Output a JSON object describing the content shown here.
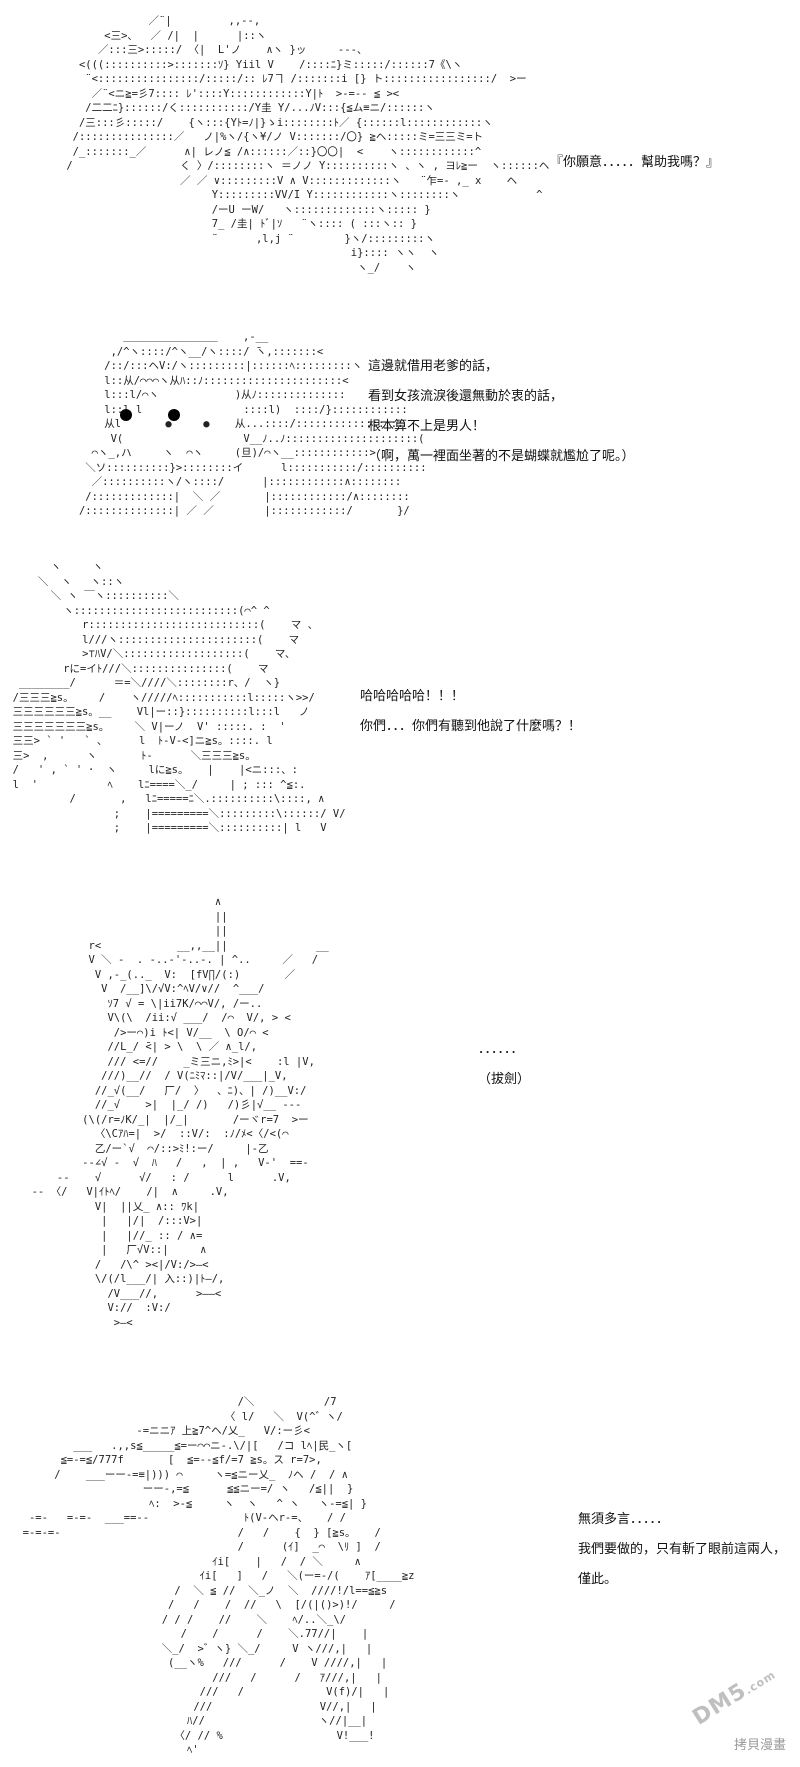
{
  "panels": [
    {
      "dialog": [
        "『你願意．．．．．幫助我嗎？』"
      ],
      "art": "              ／¨|         ,,--,\n       <三>、  ／ /|  |      |::ヽ\n      ／:::三>:::::/ 〈|  L'ノ    ∧ヽ }ッ     --‐、\n   <(((::::::::::>:::::::ｿ} Yiil V    /::::ﾆ}ミ:::::/::::::7《\\ヽ\n    ¨<::::::::::::::::/:::::/:: ﾚ7ヿ /:::::::i [} ト:::::::::::::::::/  >ー\n     ／¨<ニ≧=彡7:::: ﾚ'::::Y::::::::::::Y|ﾄ  >-=-- ≦ ><\n    /二二ﾆ}::::::/く:::::::::::/Y圭 Y/...ﾉV:::{≦ム≡ニ/::::::ヽ\n   /三:::彡:::::/    {ヽ:::{Yﾄ=ﾉ|}ゝi::::::::ﾄ／ {::::::l::::::::::::ヽ\n  /:::::::::::::::／   ノ|%ヽ/{ヽ¥/ノ V:::::::/〇} ≧ヘ:::::ミ=三三ミ=ト\n  /_:::::::_／      ∧| レノ≦ /∧::::::／::}〇〇|  <    ヽ::::::::::::^\n /                 く 〉/::::::::ヽ ＝ノノ Y::::::::::ヽ 、ヽ , ヨﾚ≧ー  ヽ::::::ヘ\n                   ／ ／ ∨:::::::::V ∧ V:::::::::::::ヽ   ¨乍=- ,_ x    ヘ\n                        Y:::::::::VV/I Y::::::::::::ヽ::::::::ヽ            ^\n                        /ーU ーW/   ヽ:::::::::::::ヽ::::: }\n                        7_ /圭| ﾄﾞ|ｿ   ¨ヽ:::: ( :::ヽ:: }\n                        ¨      ,l,j ¨        }ヽ/:::::::::ヽ\n                                              i}:::: ヽヽ  ヽ\n                                               ヽ_/    ヽ"
    },
    {
      "dialog": [
        "這邊就借用老爹的話，",
        "看到女孩流淚後還無動於衷的話，",
        "根本算不上是男人！",
        "（啊，萬一裡面坐著的不是蝴蝶就尷尬了呢。）"
      ],
      "art": "          ＿＿＿＿＿＿＿＿＿    ,-__\n        ,/^ヽ::::/^ヽ__/ヽ::::/ ̄ヽ,:::::::<\n       /::/:::ヘV:/ヽ:::::::::|::::::ﾍ:::::::::ヽ\n       l::从/⌒⌒⌒ヽ从ﾊ::ﾉ::::::::::::::::::::::<\n       l:::l/⌒ヽ            )从ﾉ::::::::::::::\n       l::l l                ::::l)  ::::/}::::::::::::\n       从l       ●     ●    从...::::/:::::::::::::::::\n        V(                   V__ﾉ..ﾉ:::::::::::::::::::::(\n     ⌒ヽ_,ハ     ヽ  ⌒ヽ     (旦)/⌒ヽ__::::::::::::>\n    ＼ソ::::::::::}>::::::::イ      l:::::::::::/::::::::::\n     ／::::::::::ヽ/ヽ::::/      |::::::::::::∧::::::::\n    /:::::::::::::|  ＼ ／       |::::::::::::/∧::::::::\n   /::::::::::::::| ／ ／        |::::::::::::/       }/"
    },
    {
      "dialog": [
        "哈哈哈哈哈！！！",
        "你們．．．你們有聽到他說了什麼嗎？！"
      ],
      "art": "        ヽ     ヽ\n      ＼  ヽ   ヽ::ヽ\n        ＼ ヽ ￣ヽ::::::::::＼\n          ヽ::::::::::::::::::::::::::(⌒^ ^\n             r:::::::::::::::::::::::::::(    マ 、\n             l///ヽ::::::::::::::::::::::(    マ\n             >⊤ﾊV/＼:::::::::::::::::::(    マ、\n          rに=イﾄ///＼:::::::::::::::(    マ\n   ________/      ＝=＼////＼::::::::r、/  ヽ}\n  /三三三≧s。    /    ヽ/////ﾍ:::::::::::l:::::ヽ>>/\n  三三三三三三≧s。__    Vl|ー::}::::::::::l:::l   ノ\n  三三三三三三三≧s。    ＼ V|ーノ  V' :::::. :  '\n  三三> ` '   ` 、     l  ﾄ-V-<]ニ≧s。::::. l\n  三>  ,      ヽ       ﾄ-      ＼三三三≧s。\n  /   ' , ` ' ･  ヽ     lに≧s。   |    |<ニ:::、:\n  l  '           ﾍ    lﾆ====＼_/     | ; ::: ^≦:.\n           /       ,   lﾆ=====ﾆ＼.::::::::::\\::::, ∧\n                  ;    |=========＼:::::::::\\::::::/ V/\n                  ;    |=========＼::::::::::| l   V"
    },
    {
      "dialog": [
        "．．．．．．",
        "（拔劍）"
      ],
      "art": "                                  ∧\n                                  ||\n                                  ||\n              r<            __,,__||              __\n              V ＼ -  . -..-'-..-. | ^..     ／   /\n               V ,-_(.._  V:  [fV∏/(:)       ／\n                V  /__]\\/√V:^ﾍV/∨//  ^___/\n                 ｿ7 √ = \\|ii7K/⌒⌒V/, /ー..\n                 V\\(\\  /ii:√ ___/  /⌒  V/, > <\n                  />ー⌒)i ﾄ<| V/__  \\ O/⌒ <\n                 //L_/ ̄<| > \\  \\ ／ ∧_l/,\n                 /// <=//    _ミ三ニ,ﾐ>|<    :l |V,\n                ///)__//  / V(ﾆﾐﾏ::|/V/___|_V,\n               //_√(__/   厂/  〉  、ﾆ)、| /)__V:/\n               //_√    >|  |_/ /)   /)彡|√__ ---\n             (\\(/r=ﾉK/_|  |/_|       /ーヾr=7  >ー\n               〈\\Cｱﾊ=|  >/  ::V/:  :ﾉ/ﾒ<〈/<(⌒\n               乙/ー`√  ⌒/::>ﾐ!:ー/     |-乙\n             --∠√ -  √  ﾊ   /   ,  | ,   V-'  ==-\n         --    √      √/   : /      l      .V,\n     -- 〈/   V|ｲﾄﾍ/    /|  ∧     .V,\n               V|  ||乂_ ∧:: ﾜk|\n                |   |/|  /:::V>|\n                |   |//_ :: / ∧=\n                |   厂√V::|     ∧\n               /   /\\^ ><|/V:/>—<\n               \\/(/l___/| 入::)|ﾄ—/,\n                 /V___//,      >——<\n                 V://  :V:/\n                  >—<"
    },
    {
      "dialog": [
        "無須多言．．．．．",
        "我們要做的，只有斬了眼前這兩人，",
        "僅此。"
      ],
      "art": "                                    /＼           /7\n                                  〈 l/   ＼  V(^゛ヽ/\n                    -=ニニｱ 上≧7^ヘ/乂_   V/:ー彡<\n          ___   .,,s≦_____≦=ー⌒⌒ニ-.\\/|[   /コ lﾍ|民_ヽ[\n        ≦=-=≦/777f       [  ≦=--≦f/=7 ≧s。ス r=7>,\n       /    ___ーー-=≡|))) ⌒     ヽ=≦ニー乂_  ﾉヘ /  / ∧\n                     ーー-,=≦      ≦≦ニー=/ ヽ   /≦||  }\n                      ﾍ:  >-≦     ヽ  ヽ   ^ ヽ   ヽ-=≦| }\n   -=-   =-=-  ___==--               ﾄ(V-ヘr-=、   / /\n  =-=-=-                            /   /    {  } [≧s。   /\n                                    /      (ｲ]  _⌒  \\ﾘ ]  /\n                                ｲi[    |   /  / ＼     ∧\n                              ｲi[   ]   /   ＼(ー=-/(    ｱ[____≧z\n                          /  ＼ ≦ //  ＼_ノ  ＼  ////!/l==≦≧s\n                         /   /    /  //   \\  [/(|()>)!/     /\n                        / / /    //    ＼    ﾍ/..＼_\\/\n                           /    /      /    ＼.77//|    |\n                        ＼_/  >゛ヽ} ＼_/     V ヽ///,|   |\n                         (__ヽ%   ///      /    V ////,|   |\n                                ///   /      /   ｱ///,|   |\n                              ///   /             V(f)/|   |\n                             ///                 V//,|   |\n                            ﾊ//                  ヽ//|__|\n                          〈/ // %                  V!___!\n                            ﾍ'"
    }
  ],
  "watermark": {
    "logo_text": "DM5",
    "logo_suffix": ".com",
    "caption": "拷貝漫畫"
  }
}
